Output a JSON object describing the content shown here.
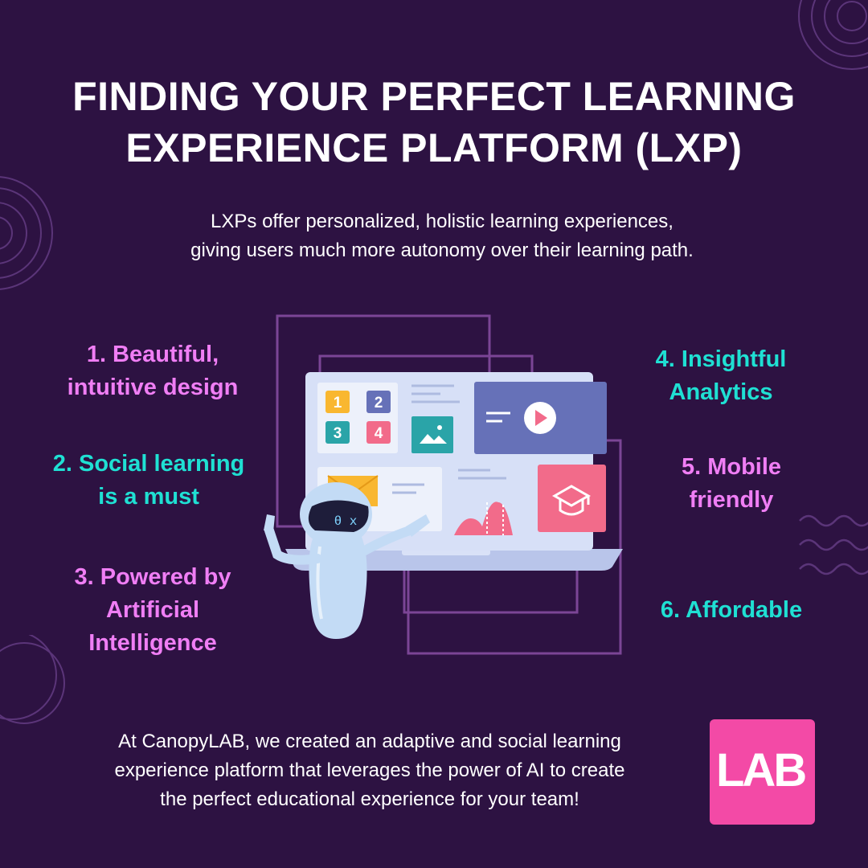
{
  "title": {
    "line1": "FINDING YOUR PERFECT LEARNING",
    "line2": "EXPERIENCE PLATFORM (LXP)"
  },
  "subtitle": {
    "line1": "LXPs offer personalized, holistic learning experiences,",
    "line2": "giving users much more autonomy over their learning path."
  },
  "features": [
    {
      "lines": [
        "1. Beautiful,",
        "intuitive design"
      ],
      "color": "#f07ef5"
    },
    {
      "lines": [
        "2. Social learning",
        "is a must"
      ],
      "color": "#1fe0d3"
    },
    {
      "lines": [
        "3. Powered by",
        "Artificial",
        "Intelligence"
      ],
      "color": "#f07ef5"
    },
    {
      "lines": [
        "4. Insightful",
        "Analytics"
      ],
      "color": "#1fe0d3"
    },
    {
      "lines": [
        "5. Mobile",
        "friendly"
      ],
      "color": "#f07ef5"
    },
    {
      "lines": [
        "6. Affordable"
      ],
      "color": "#1fe0d3"
    }
  ],
  "illustration": {
    "tiles": [
      "1",
      "2",
      "3",
      "4"
    ],
    "robot_visor": "θ x"
  },
  "footer": {
    "line1": "At CanopyLAB, we created an adaptive and social learning",
    "line2": "experience platform that leverages the power of AI to create",
    "line3": "the perfect educational experience for your team!"
  },
  "logo": {
    "text": "LAB",
    "color": "#f34aa6"
  },
  "colors": {
    "background": "#2d1242",
    "accent_pink": "#f07ef5",
    "accent_cyan": "#1fe0d3"
  }
}
